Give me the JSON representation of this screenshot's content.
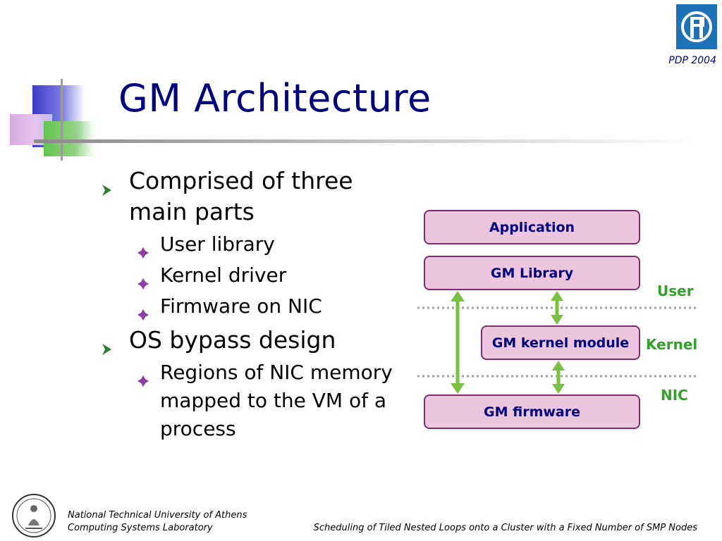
{
  "header": {
    "conference": "PDP 2004",
    "logo_icon": "institution-logo-icon"
  },
  "slide": {
    "title": "GM Architecture"
  },
  "bullets": [
    {
      "text": "Comprised of three main parts",
      "subitems": [
        "User library",
        "Kernel driver",
        "Firmware on NIC"
      ]
    },
    {
      "text": "OS bypass design",
      "subitems": [
        "Regions of NIC memory mapped to the VM of a process"
      ]
    }
  ],
  "diagram": {
    "boxes": {
      "application": "Application",
      "gm_library": "GM Library",
      "gm_kernel_module": "GM kernel module",
      "gm_firmware": "GM firmware"
    },
    "layers": {
      "user": "User",
      "kernel": "Kernel",
      "nic": "NIC"
    },
    "colors": {
      "box_fill": "#ecc6df",
      "box_border": "#7b2d6c",
      "box_text": "#000080",
      "arrow": "#7ac142",
      "layer_label": "#33a02c",
      "divider": "#a0a0a0"
    }
  },
  "footer": {
    "university": "National Technical University of Athens",
    "lab": "Computing Systems Laboratory",
    "talk_title": "Scheduling of Tiled Nested Loops onto a Cluster with a Fixed Number of SMP Nodes",
    "seal_icon": "university-seal-icon"
  },
  "theme": {
    "title_color": "#000080",
    "text_color": "#000000",
    "bullet_arrow_color": "#2e7d32",
    "sub_bullet_color": "#8e3fa5"
  }
}
